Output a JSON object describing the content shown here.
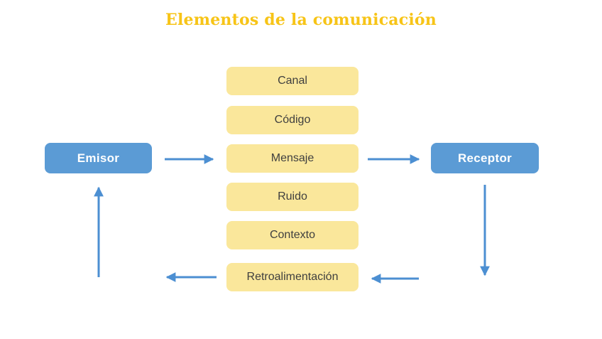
{
  "title": "Elementos de la comunicación",
  "diagram": {
    "sender": "Emisor",
    "receiver": "Receptor",
    "elements": [
      "Canal",
      "Código",
      "Mensaje",
      "Ruido",
      "Contexto",
      "Retroalimentación"
    ]
  },
  "colors": {
    "title-color": "#F7C417",
    "node-blue": "#5B9BD5",
    "node-yellow": "#FAE79B",
    "arrow-blue": "#4C8FD2",
    "box-text": "#3F3F3F"
  }
}
